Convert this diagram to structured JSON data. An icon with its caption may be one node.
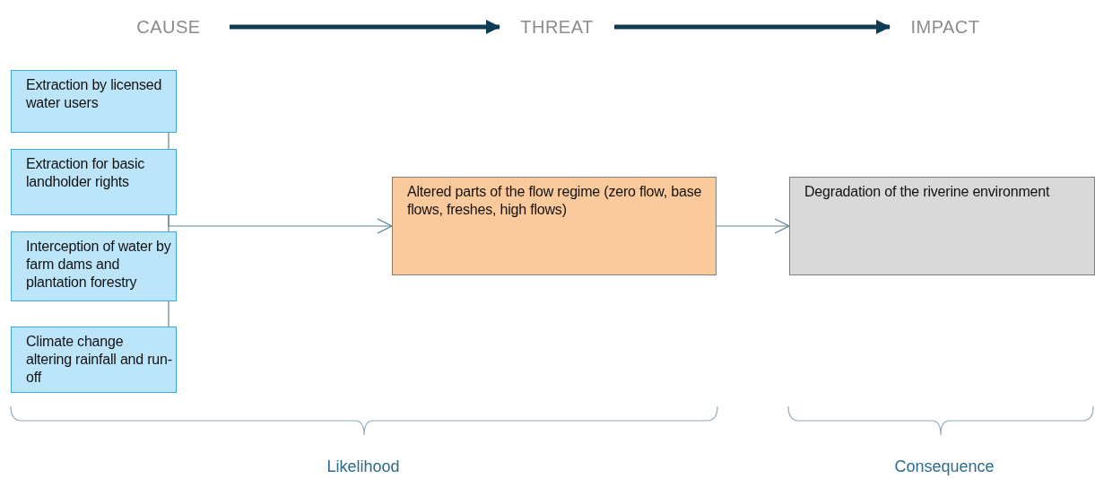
{
  "diagram": {
    "nodes": [
      {
        "text": [
          "CAUSE"
        ]
      },
      {
        "text": [
          "THREAT"
        ]
      },
      {
        "text": [
          "IMPACT"
        ]
      },
      {
        "text": [
          "Extraction by licensed water users"
        ]
      },
      {
        "text": [
          "Extraction for basic landholder rights"
        ]
      },
      {
        "text": [
          "Interception of water by farm dams and plantation forestry"
        ]
      },
      {
        "text": [
          "Climate change altering rainfall and run-off"
        ]
      },
      {
        "text": [
          "Altered parts of the flow regime (zero flow, base flows, freshes, high flows)"
        ]
      },
      {
        "text": [
          "Degradation of the riverine environment"
        ]
      }
    ],
    "edges": [
      {
        "from": 0,
        "to": 1,
        "arrow": "to",
        "style": "thick",
        "color": "#0d3c55"
      },
      {
        "from": 1,
        "to": 2,
        "arrow": "to",
        "style": "thick",
        "color": "#0d3c55"
      },
      {
        "from": 3,
        "to": 4,
        "arrow": "none"
      },
      {
        "from": 4,
        "to": 5,
        "arrow": "none"
      },
      {
        "from": 5,
        "to": 6,
        "arrow": "none"
      },
      {
        "from": 4,
        "to": 7,
        "arrow": "to"
      },
      {
        "from": 7,
        "to": 8,
        "arrow": "to"
      }
    ],
    "labels": [
      "Likelihood",
      "Consequence"
    ]
  }
}
